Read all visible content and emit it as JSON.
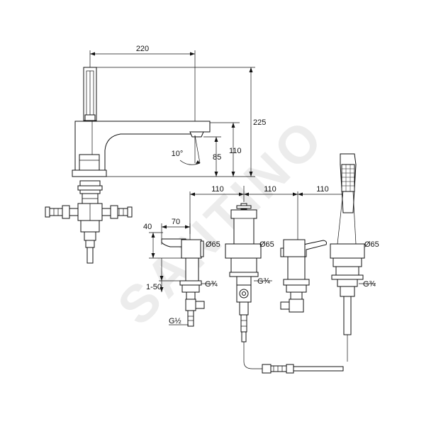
{
  "watermark": "SANTINO",
  "dims": {
    "top_width": "220",
    "total_height": "225",
    "spout_height_inner": "85",
    "spout_height_outer": "110",
    "spout_angle": "10°",
    "spacing_1": "110",
    "spacing_2": "110",
    "spacing_3": "110",
    "lever_length": "70",
    "lever_height": "40",
    "deck_range": "1-50",
    "dia_1": "Ø65",
    "dia_2": "Ø65",
    "dia_3": "Ø65",
    "thread_1": "G¾",
    "thread_2": "G¾",
    "thread_3": "G¾",
    "thread_small": "G½"
  }
}
